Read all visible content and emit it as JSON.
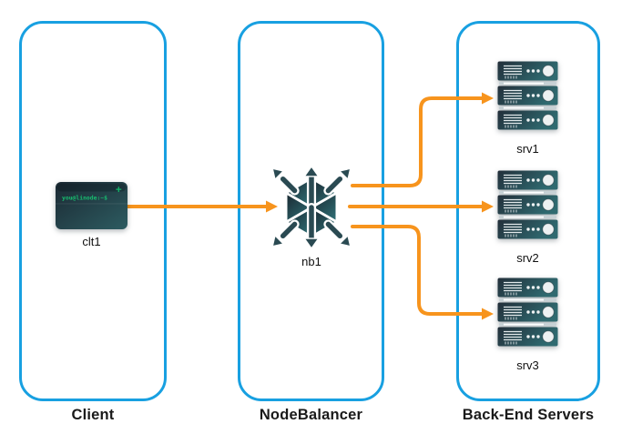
{
  "diagram": {
    "columns": [
      {
        "title": "Client",
        "nodes": [
          {
            "label": "clt1",
            "type": "terminal-icon"
          }
        ]
      },
      {
        "title": "NodeBalancer",
        "nodes": [
          {
            "label": "nb1",
            "type": "nodebalancer-icon"
          }
        ]
      },
      {
        "title": "Back-End Servers",
        "nodes": [
          {
            "label": "srv1",
            "type": "server-icon"
          },
          {
            "label": "srv2",
            "type": "server-icon"
          },
          {
            "label": "srv3",
            "type": "server-icon"
          }
        ]
      }
    ],
    "terminal": {
      "prompt": "you@linode:~$",
      "window_control": "+"
    },
    "connections": [
      {
        "from": "clt1",
        "to": "nb1"
      },
      {
        "from": "nb1",
        "to": "srv1"
      },
      {
        "from": "nb1",
        "to": "srv2"
      },
      {
        "from": "nb1",
        "to": "srv3"
      }
    ],
    "colors": {
      "zone_border": "#18a0e1",
      "arrow": "#f7941d",
      "icon_dark": "#22313c",
      "icon_teal": "#2e6e74",
      "terminal_green": "#17bd6f",
      "label_text": "#1a1a1a"
    }
  }
}
